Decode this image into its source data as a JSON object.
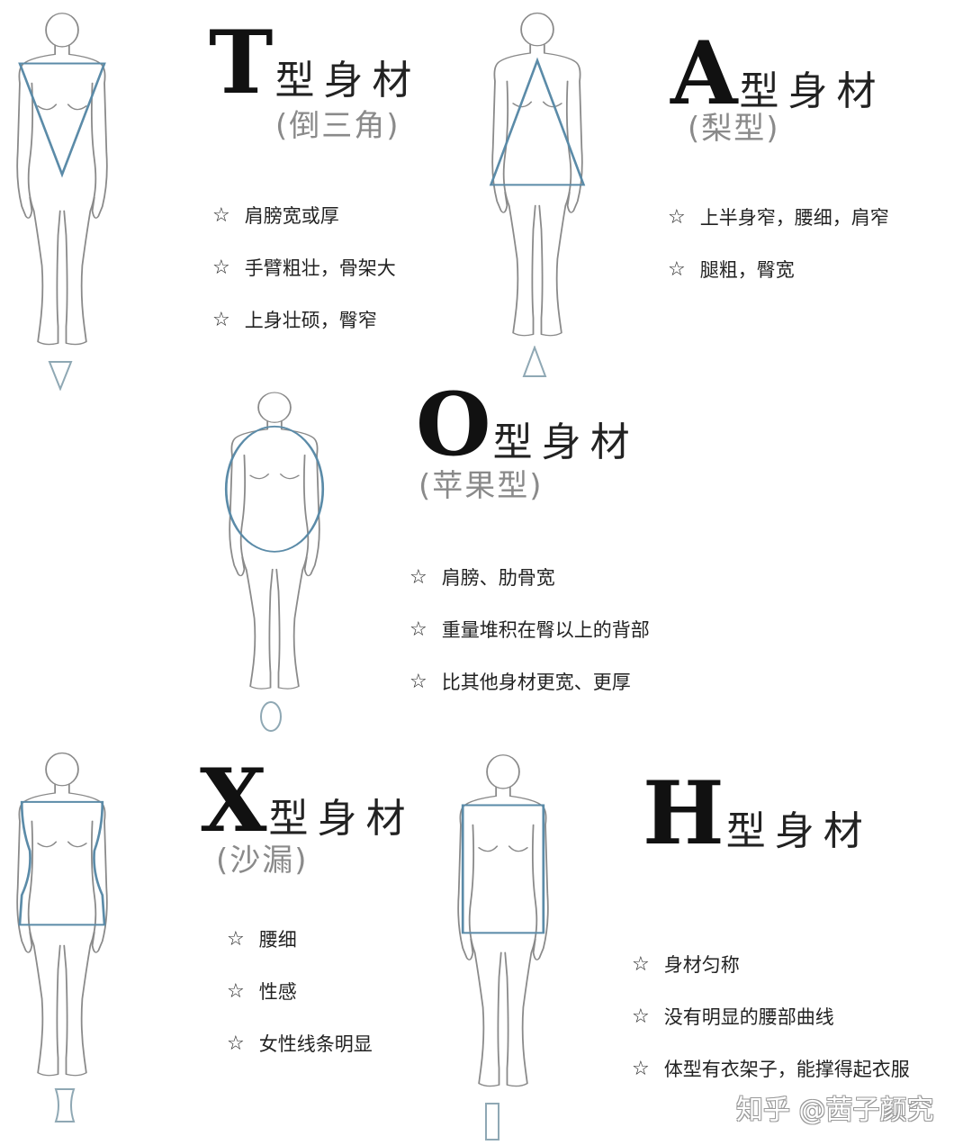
{
  "colors": {
    "outline": "#7a7a7a",
    "shape_accent": "#5b8ba8",
    "title_text": "#111111",
    "subtitle_text": "#8a8a8a",
    "body_text": "#222222"
  },
  "body_types": [
    {
      "letter": "T",
      "suffix": "型身材",
      "subtitle": "(倒三角)",
      "shape_icon": "inverted-triangle-icon",
      "traits": [
        "肩膀宽或厚",
        "手臂粗壮，骨架大",
        "上身壮硕，臀窄"
      ]
    },
    {
      "letter": "A",
      "suffix": "型身材",
      "subtitle": "(梨型)",
      "shape_icon": "triangle-icon",
      "traits": [
        "上半身窄，腰细，肩窄",
        "腿粗，臀宽"
      ]
    },
    {
      "letter": "O",
      "suffix": "型身材",
      "subtitle": "(苹果型)",
      "shape_icon": "oval-icon",
      "traits": [
        "肩膀、肋骨宽",
        "重量堆积在臀以上的背部",
        "比其他身材更宽、更厚"
      ]
    },
    {
      "letter": "X",
      "suffix": "型身材",
      "subtitle": "(沙漏)",
      "shape_icon": "hourglass-icon",
      "traits": [
        "腰细",
        "性感",
        "女性线条明显"
      ]
    },
    {
      "letter": "H",
      "suffix": "型身材",
      "subtitle": "",
      "shape_icon": "rectangle-icon",
      "traits": [
        "身材匀称",
        "没有明显的腰部曲线",
        "体型有衣架子，能撑得起衣服"
      ]
    }
  ],
  "trait_marker": "☆",
  "watermark": "知乎 @茜子颜究"
}
